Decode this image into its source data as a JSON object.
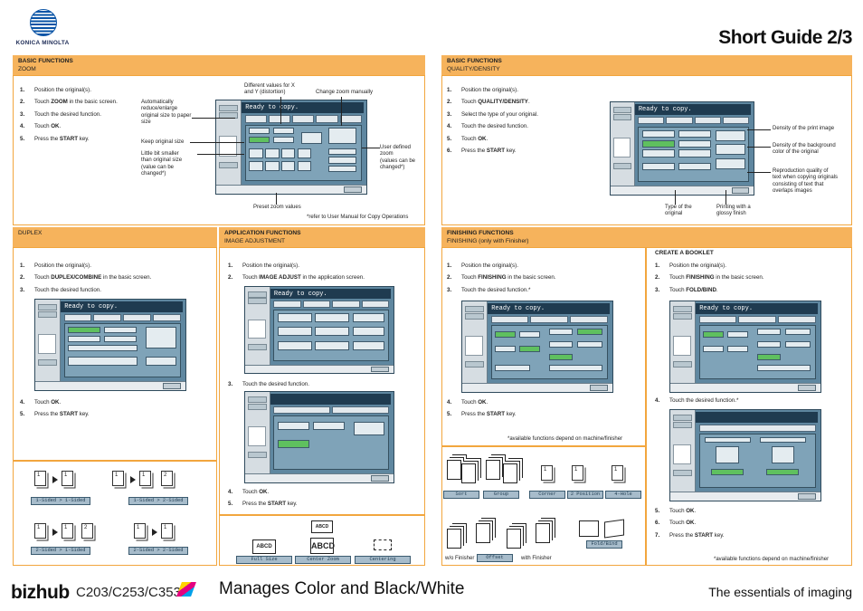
{
  "header": {
    "logo_text": "KONICA MINOLTA",
    "title": "Short Guide 2/3"
  },
  "zoom": {
    "band_title": "BASIC FUNCTIONS",
    "band_sub": "ZOOM",
    "steps": [
      {
        "num": "1.",
        "pre": "Position the original(s).",
        "bold": "",
        "post": ""
      },
      {
        "num": "2.",
        "pre": "Touch ",
        "bold": "ZOOM",
        "post": " in the basic screen."
      },
      {
        "num": "3.",
        "pre": "Touch the desired function.",
        "bold": "",
        "post": ""
      },
      {
        "num": "4.",
        "pre": "Touch ",
        "bold": "OK",
        "post": "."
      },
      {
        "num": "5.",
        "pre": "Press the ",
        "bold": "START",
        "post": " key."
      }
    ],
    "callouts": {
      "auto": "Automatically\nreduce/enlarge\noriginal size to paper\nsize",
      "keep": "Keep original size",
      "little": "Little bit smaller\nthan original size\n(value can be\nchanged*)",
      "xy": "Different values for X\nand Y (distortion)",
      "manual": "Change zoom manually",
      "user": "User defined\nzoom\n(values can be\nchanged*)",
      "preset": "Preset zoom values",
      "note": "*refer to User Manual for Copy Operations"
    }
  },
  "quality": {
    "band_title": "BASIC FUNCTIONS",
    "band_sub": "QUALITY/DENSITY",
    "steps": [
      {
        "num": "1.",
        "pre": "Position the original(s).",
        "bold": "",
        "post": ""
      },
      {
        "num": "2.",
        "pre": "Touch ",
        "bold": "QUALITY/DENSITY",
        "post": "."
      },
      {
        "num": "3.",
        "pre": "Select the type of your original.",
        "bold": "",
        "post": ""
      },
      {
        "num": "4.",
        "pre": "Touch the desired function.",
        "bold": "",
        "post": ""
      },
      {
        "num": "5.",
        "pre": "Touch ",
        "bold": "OK",
        "post": "."
      },
      {
        "num": "6.",
        "pre": "Press the ",
        "bold": "START",
        "post": " key."
      }
    ],
    "callouts": {
      "density": "Density of the print image",
      "background": "Density of the background\ncolor of the original",
      "repro": "Reproduction quality of\ntext when copying originals\nconsisting of text that\noverlaps images",
      "type": "Type of the\noriginal",
      "glossy": "Printing with a\nglossy finish"
    }
  },
  "duplex": {
    "band_title": "",
    "band_sub": "DUPLEX",
    "steps": [
      {
        "num": "1.",
        "pre": "Position the original(s).",
        "bold": "",
        "post": ""
      },
      {
        "num": "2.",
        "pre": "Touch ",
        "bold": "DUPLEX/COMBINE",
        "post": " in the basic screen."
      },
      {
        "num": "3.",
        "pre": "Touch the desired function.",
        "bold": "",
        "post": ""
      }
    ],
    "steps2": [
      {
        "num": "4.",
        "pre": "Touch ",
        "bold": "OK",
        "post": "."
      },
      {
        "num": "5.",
        "pre": "Press the ",
        "bold": "START",
        "post": " key."
      }
    ],
    "buttons": [
      "1-Sided > 1-Sided",
      "1-Sided > 2-Sided",
      "2-Sided > 1-Sided",
      "2-Sided > 2-Sided"
    ]
  },
  "image_adjust": {
    "band_title": "APPLICATION FUNCTIONS",
    "band_sub": "IMAGE ADJUSTMENT",
    "steps": [
      {
        "num": "1.",
        "pre": "Position the original(s).",
        "bold": "",
        "post": ""
      },
      {
        "num": "2.",
        "pre": "Touch ",
        "bold": "IMAGE ADJUST",
        "post": " in the application screen."
      }
    ],
    "step3": {
      "num": "3.",
      "pre": "Touch the desired function.",
      "bold": "",
      "post": ""
    },
    "steps2": [
      {
        "num": "4.",
        "pre": "Touch ",
        "bold": "OK",
        "post": "."
      },
      {
        "num": "5.",
        "pre": "Press the ",
        "bold": "START",
        "post": " key."
      }
    ],
    "buttons": [
      "Full Size",
      "Center Zoom",
      "Centering"
    ],
    "sample": "ABCD"
  },
  "finishing": {
    "band_title": "FINISHING FUNCTIONS",
    "band_sub": "FINISHING (only with Finisher)",
    "steps": [
      {
        "num": "1.",
        "pre": "Position the original(s).",
        "bold": "",
        "post": ""
      },
      {
        "num": "2.",
        "pre": "Touch ",
        "bold": "FINISHING",
        "post": " in the basic screen."
      },
      {
        "num": "3.",
        "pre": "Touch the desired function.*",
        "bold": "",
        "post": ""
      }
    ],
    "steps2": [
      {
        "num": "4.",
        "pre": "Touch ",
        "bold": "OK",
        "post": "."
      },
      {
        "num": "5.",
        "pre": "Press the ",
        "bold": "START",
        "post": " key."
      }
    ],
    "note": "*available functions depend on machine/finisher",
    "buttons": [
      "Sort",
      "Group",
      "Corner",
      "2 Position",
      "4-Hole",
      "Offset",
      "Fold/Bind"
    ],
    "labels": {
      "without": "w/o Finisher",
      "with": "with Finisher"
    }
  },
  "booklet": {
    "heading": "CREATE A BOOKLET",
    "steps": [
      {
        "num": "1.",
        "pre": "Position the original(s).",
        "bold": "",
        "post": ""
      },
      {
        "num": "2.",
        "pre": "Touch ",
        "bold": "FINISHING",
        "post": " in the basic screen."
      },
      {
        "num": "3.",
        "pre": "Touch ",
        "bold": "FOLD/BIND",
        "post": "."
      }
    ],
    "step4": {
      "num": "4.",
      "pre": "Touch the desired function.*",
      "bold": "",
      "post": ""
    },
    "steps2": [
      {
        "num": "5.",
        "pre": "Touch ",
        "bold": "OK",
        "post": "."
      },
      {
        "num": "6.",
        "pre": "Touch ",
        "bold": "OK",
        "post": "."
      },
      {
        "num": "7.",
        "pre": "Press the ",
        "bold": "START",
        "post": " key."
      }
    ],
    "note": "*available functions depend on machine/finisher"
  },
  "screen": {
    "ready": "Ready to copy."
  },
  "footer": {
    "brand": "bizhub",
    "models": "C203/C253/C353",
    "tagline": "Manages Color and Black/White",
    "slogan": "The essentials of imaging"
  }
}
